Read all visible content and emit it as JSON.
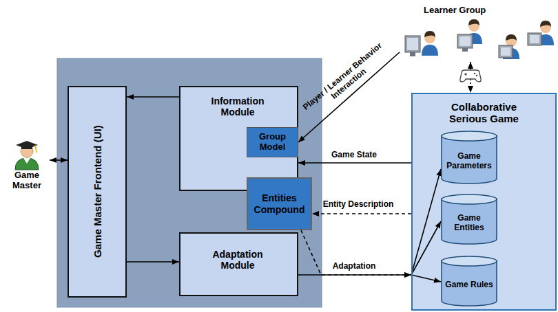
{
  "diagram": {
    "nodes": [
      {
        "text": [
          "Learner Group"
        ]
      },
      {
        "text": [
          "Game Master"
        ]
      },
      {
        "text": [
          "Game Master Frontend (UI)"
        ]
      },
      {
        "text": [
          "Information Module"
        ]
      },
      {
        "text": [
          "Group Model"
        ],
        "in": 3
      },
      {
        "text": [
          "Entities Compound"
        ]
      },
      {
        "text": [
          "Adaptation Module"
        ]
      },
      {
        "text": [
          "Collaborative Serious Game"
        ]
      },
      {
        "text": [
          "Game Parameters"
        ],
        "in": 7
      },
      {
        "text": [
          "Game Entities"
        ],
        "in": 7
      },
      {
        "text": [
          "Game Rules"
        ],
        "in": 7
      }
    ],
    "edges": [
      {
        "from": 1,
        "to": 2,
        "arrow": "both"
      },
      {
        "from": 3,
        "to": 2,
        "arrow": "to"
      },
      {
        "from": 2,
        "to": 6,
        "arrow": "to"
      },
      {
        "from": 0,
        "to": 4,
        "label": "Player / Learner Behavior Interaction",
        "arrow": "to"
      },
      {
        "from": 0,
        "to": 7,
        "arrow": "both"
      },
      {
        "from": 7,
        "to": 3,
        "label": "Game State",
        "arrow": "to"
      },
      {
        "from": 7,
        "to": 5,
        "label": "Entity Description",
        "arrow": "to"
      },
      {
        "from": 5,
        "to": 7,
        "arrow": "to"
      },
      {
        "from": 6,
        "to": 7,
        "label": "Adaptation",
        "arrow": "to"
      },
      {
        "from": 7,
        "to": 8,
        "arrow": "to"
      },
      {
        "from": 7,
        "to": 9,
        "arrow": "to"
      },
      {
        "from": 7,
        "to": 10,
        "arrow": "to"
      }
    ]
  }
}
